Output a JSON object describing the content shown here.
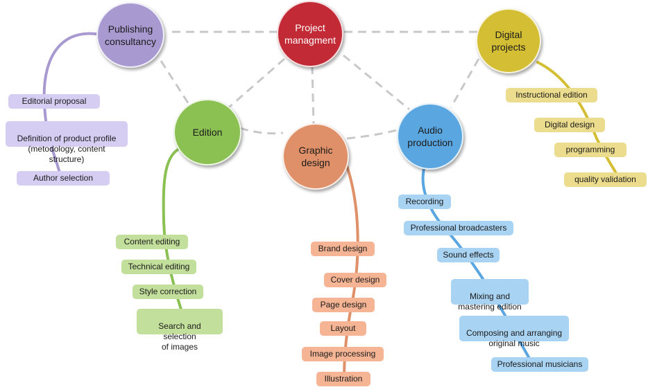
{
  "colors": {
    "project": "#c22a36",
    "publishing": "#a89ad1",
    "digital": "#d4be34",
    "edition": "#8bc053",
    "graphic": "#e09068",
    "audio": "#5aa6e0",
    "dashed": "#c8c8c8"
  },
  "nodes": {
    "project": "Project\nmanagment",
    "publishing": "Publishing\nconsultancy",
    "digital": "Digital\nprojects",
    "edition": "Edition",
    "graphic": "Graphic\ndesign",
    "audio": "Audio\nproduction"
  },
  "publishing_items": [
    "Editorial proposal",
    "Definition of product profile\n(metodology, content structure)",
    "Author selection"
  ],
  "digital_items": [
    "Instructional edition",
    "Digital design",
    "programming",
    "quality validation"
  ],
  "edition_items": [
    "Content editing",
    "Technical editing",
    "Style correction",
    "Search and selection\nof images"
  ],
  "graphic_items": [
    "Brand design",
    "Cover design",
    "Page design",
    "Layout",
    "Image processing",
    "Illustration"
  ],
  "audio_items": [
    "Recording",
    "Professional broadcasters",
    "Sound effects",
    "Mixing and\nmastering edition",
    "Composing and arranging\noriginal music",
    "Professional musicians"
  ]
}
